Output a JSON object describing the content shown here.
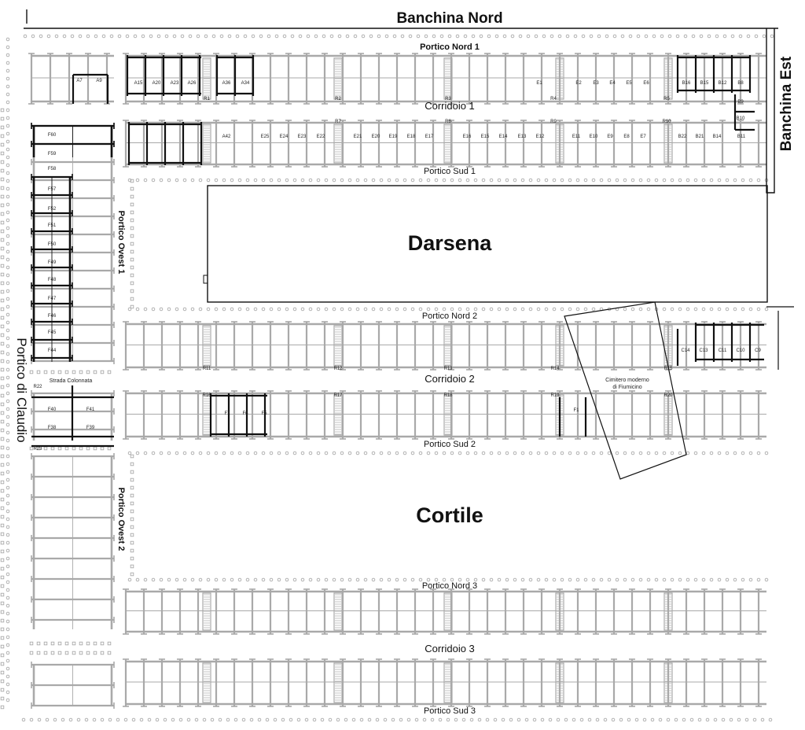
{
  "labels": {
    "banchina_nord": "Banchina Nord",
    "banchina_est": "Banchina Est",
    "darsena": "Darsena",
    "cortile": "Cortile",
    "portico_claudio": "Portico di Claudio",
    "portico_ovest_1": "Portico Ovest 1",
    "portico_ovest_2": "Portico Ovest 2",
    "strada_colonnata": "Strada Colonnata",
    "cimitero_line1": "Cimitero moderno",
    "cimitero_line2": "di Fiumicino"
  },
  "headers": {
    "portico_nord_1": "Portico Nord 1",
    "corridoio_1": "Corridoio 1",
    "portico_sud_1": "Portico Sud 1",
    "portico_nord_2": "Portico Nord 2",
    "corridoio_2": "Corridoio 2",
    "portico_sud_2": "Portico Sud 2",
    "portico_nord_3": "Portico Nord 3",
    "corridoio_3": "Corridoio 3",
    "portico_sud_3": "Portico Sud 3"
  },
  "rooms": {
    "row1": [
      "A7",
      "A9",
      "A15",
      "A20",
      "A23",
      "A26",
      "A36",
      "A34",
      "E1",
      "E2",
      "E3",
      "E4",
      "E5",
      "E6",
      "B16",
      "B15",
      "B12",
      "B8"
    ],
    "row2": [
      "A42",
      "E25",
      "E24",
      "E23",
      "E22",
      "E21",
      "E20",
      "E19",
      "E18",
      "E17",
      "E16",
      "E15",
      "E14",
      "E13",
      "E12",
      "E11",
      "E10",
      "E9",
      "E8",
      "E7",
      "B22",
      "B21",
      "B14",
      "B11"
    ],
    "east": [
      "B9",
      "B10"
    ],
    "west": [
      "F60",
      "F59",
      "F58",
      "F57",
      "F52",
      "F51",
      "F50",
      "F49",
      "F48",
      "F47",
      "F46",
      "F45",
      "F44"
    ],
    "west2": [
      "F40",
      "F41",
      "F38",
      "F39"
    ],
    "row3": [
      "C14",
      "C13",
      "C11",
      "C10",
      "C9"
    ],
    "row4": [
      "F7",
      "F6",
      "F5",
      "F1"
    ],
    "stairs": [
      "R1",
      "R2",
      "R3",
      "R4",
      "R5",
      "R7",
      "R8",
      "R9",
      "R10",
      "R11",
      "R12",
      "R13",
      "R14",
      "R15",
      "R16",
      "R17",
      "R18",
      "R19",
      "R20",
      "R22",
      "R23"
    ]
  },
  "colors": {
    "wall_grey": "#a9a9a9",
    "wall_dark": "#111111",
    "text": "#111111",
    "background": "#ffffff"
  }
}
